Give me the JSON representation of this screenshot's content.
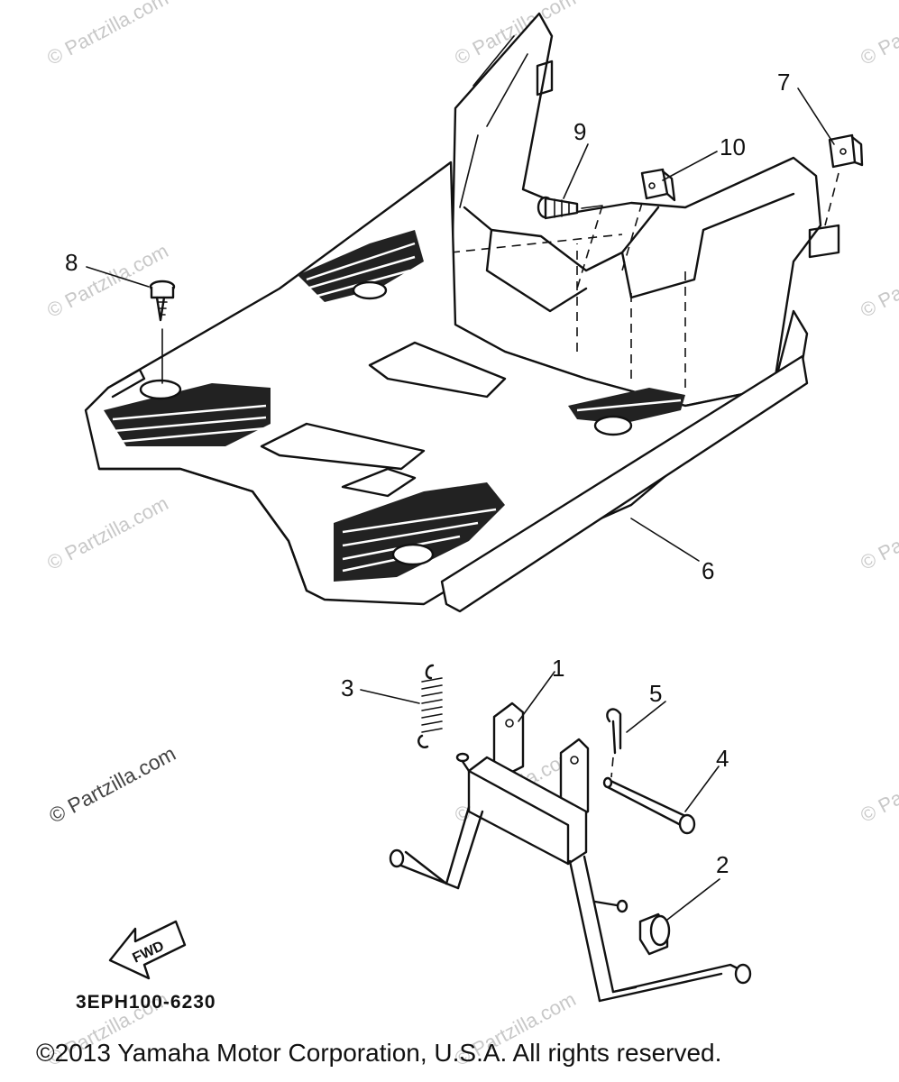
{
  "watermark_text": "© Partzilla.com",
  "callouts": [
    {
      "id": "1",
      "label": "1"
    },
    {
      "id": "2",
      "label": "2"
    },
    {
      "id": "3",
      "label": "3"
    },
    {
      "id": "4",
      "label": "4"
    },
    {
      "id": "5",
      "label": "5"
    },
    {
      "id": "6",
      "label": "6"
    },
    {
      "id": "7",
      "label": "7"
    },
    {
      "id": "8",
      "label": "8"
    },
    {
      "id": "9",
      "label": "9"
    },
    {
      "id": "10",
      "label": "10"
    }
  ],
  "fwd_label": "FWD",
  "diagram_code": "3EPH100-6230",
  "copyright": "©2013 Yamaha Motor Corporation, U.S.A. All rights reserved."
}
